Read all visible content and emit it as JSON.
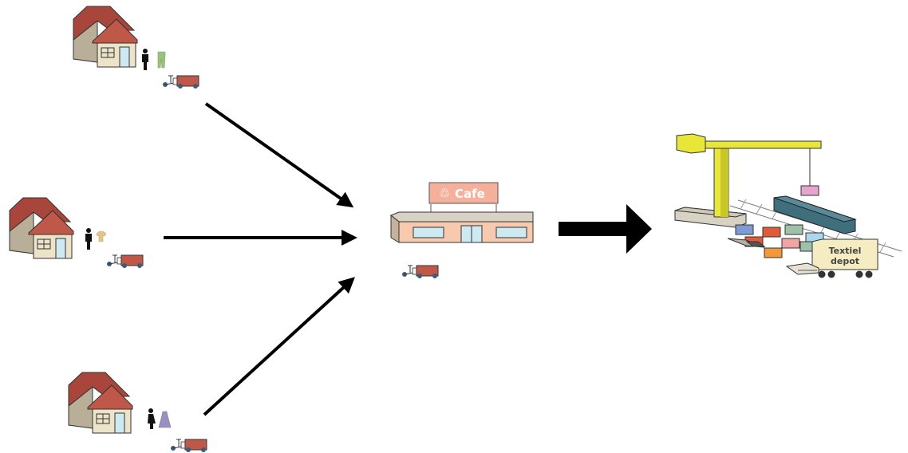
{
  "cafe": {
    "sign_text": "Cafe",
    "sign_icon": "recycle-icon"
  },
  "depot": {
    "label_line1": "Textiel",
    "label_line2": "depot"
  },
  "colors": {
    "roof": "#c0584a",
    "roof_side": "#a8463b",
    "wall_front": "#ede3c9",
    "wall_side": "#b9ae98",
    "door": "#cdeaf3",
    "cafe_wall": "#f7c9ae",
    "cafe_sign": "#f4b09a",
    "cart_box": "#c0584a",
    "crane": "#e9e63a",
    "container_dark": "#3f6f7d",
    "arrow": "#000000"
  }
}
